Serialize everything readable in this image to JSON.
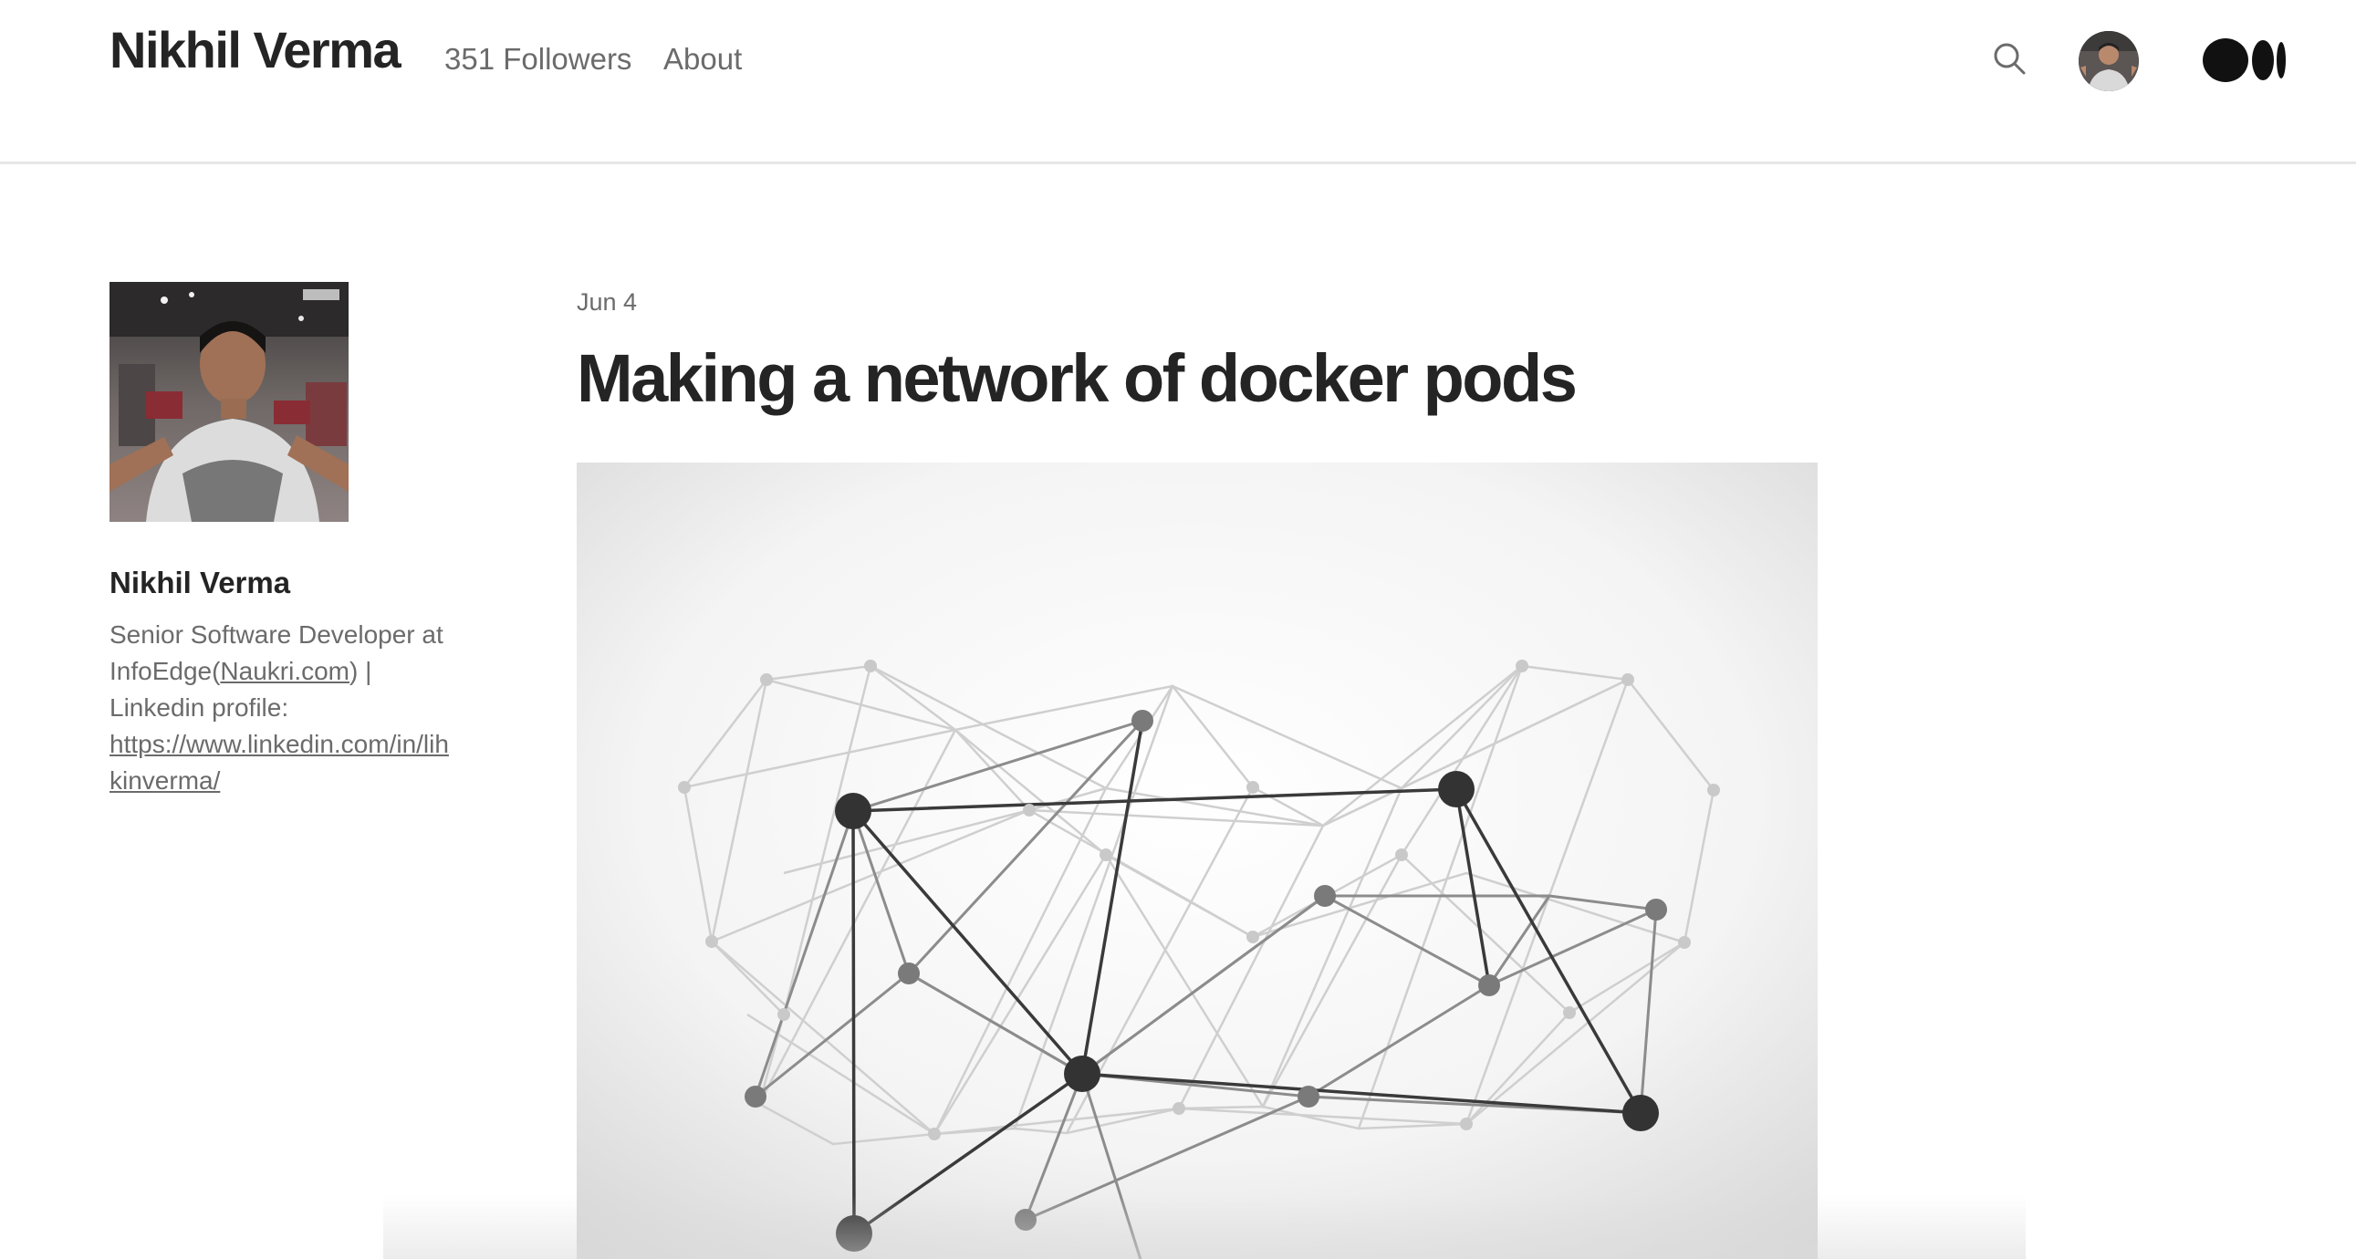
{
  "header": {
    "author_name": "Nikhil Verma",
    "nav": {
      "followers": "351 Followers",
      "about": "About"
    },
    "icons": {
      "search": "search-icon",
      "avatar": "user-avatar",
      "logo": "medium-logo-icon"
    }
  },
  "sidebar": {
    "name": "Nikhil Verma",
    "bio": {
      "line1": "Senior Software Developer at",
      "line2_prefix": "InfoEdge(",
      "line2_link": "Naukri.com",
      "line2_suffix": ") |",
      "line3": "Linkedin profile:",
      "link_line1": "https://www.linkedin.com/in/lih",
      "link_line2": "kinverma/"
    }
  },
  "post": {
    "date": "Jun 4",
    "title": "Making a network of docker pods"
  },
  "colors": {
    "text_primary": "#242424",
    "text_secondary": "#6b6b6b",
    "divider": "#e6e6e6"
  }
}
